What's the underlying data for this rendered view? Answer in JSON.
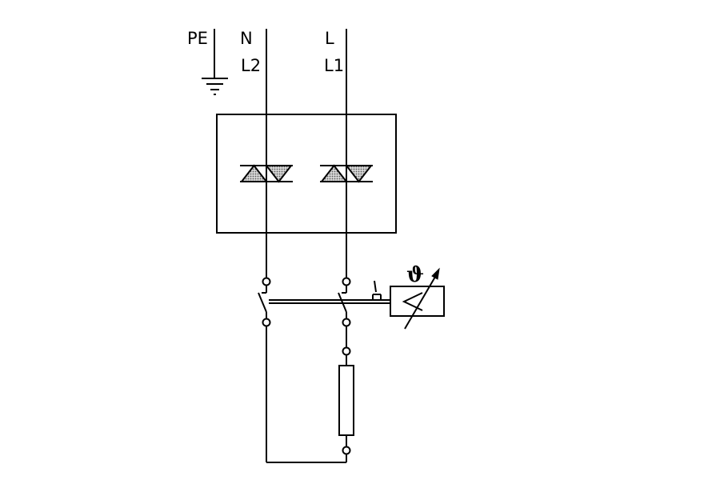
{
  "labels": {
    "pe": "PE",
    "neutral": "N",
    "phase": "L",
    "l2": "L2",
    "l1": "L1",
    "theta": "ϑ"
  },
  "colors": {
    "line": "#000000",
    "background": "#ffffff",
    "diode_fill": "#9a9a9a"
  }
}
